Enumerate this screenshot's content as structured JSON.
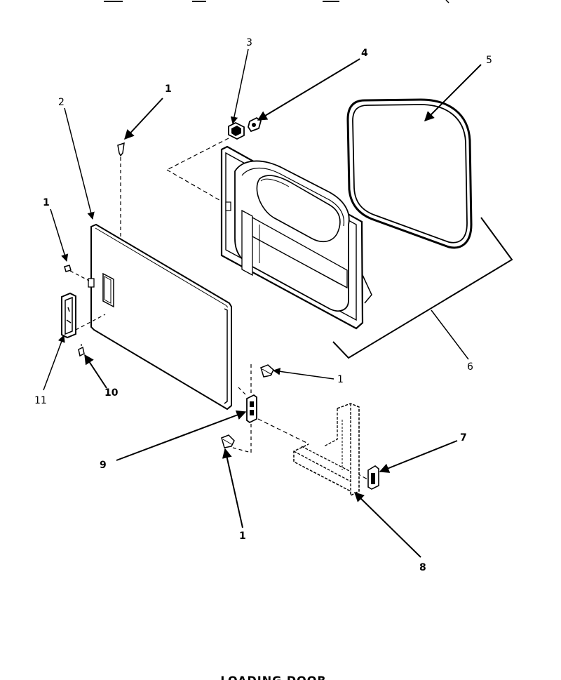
{
  "diagram": {
    "callouts": {
      "c1_top": "1",
      "c2": "2",
      "c3": "3",
      "c4": "4",
      "c5": "5",
      "c1_left": "1",
      "c6": "6",
      "c1_right": "1",
      "c7": "7",
      "c9": "9",
      "c10": "10",
      "c11": "11",
      "c1_bottom": "1",
      "c8": "8"
    },
    "footer_caption": "LOADING DOOR"
  }
}
